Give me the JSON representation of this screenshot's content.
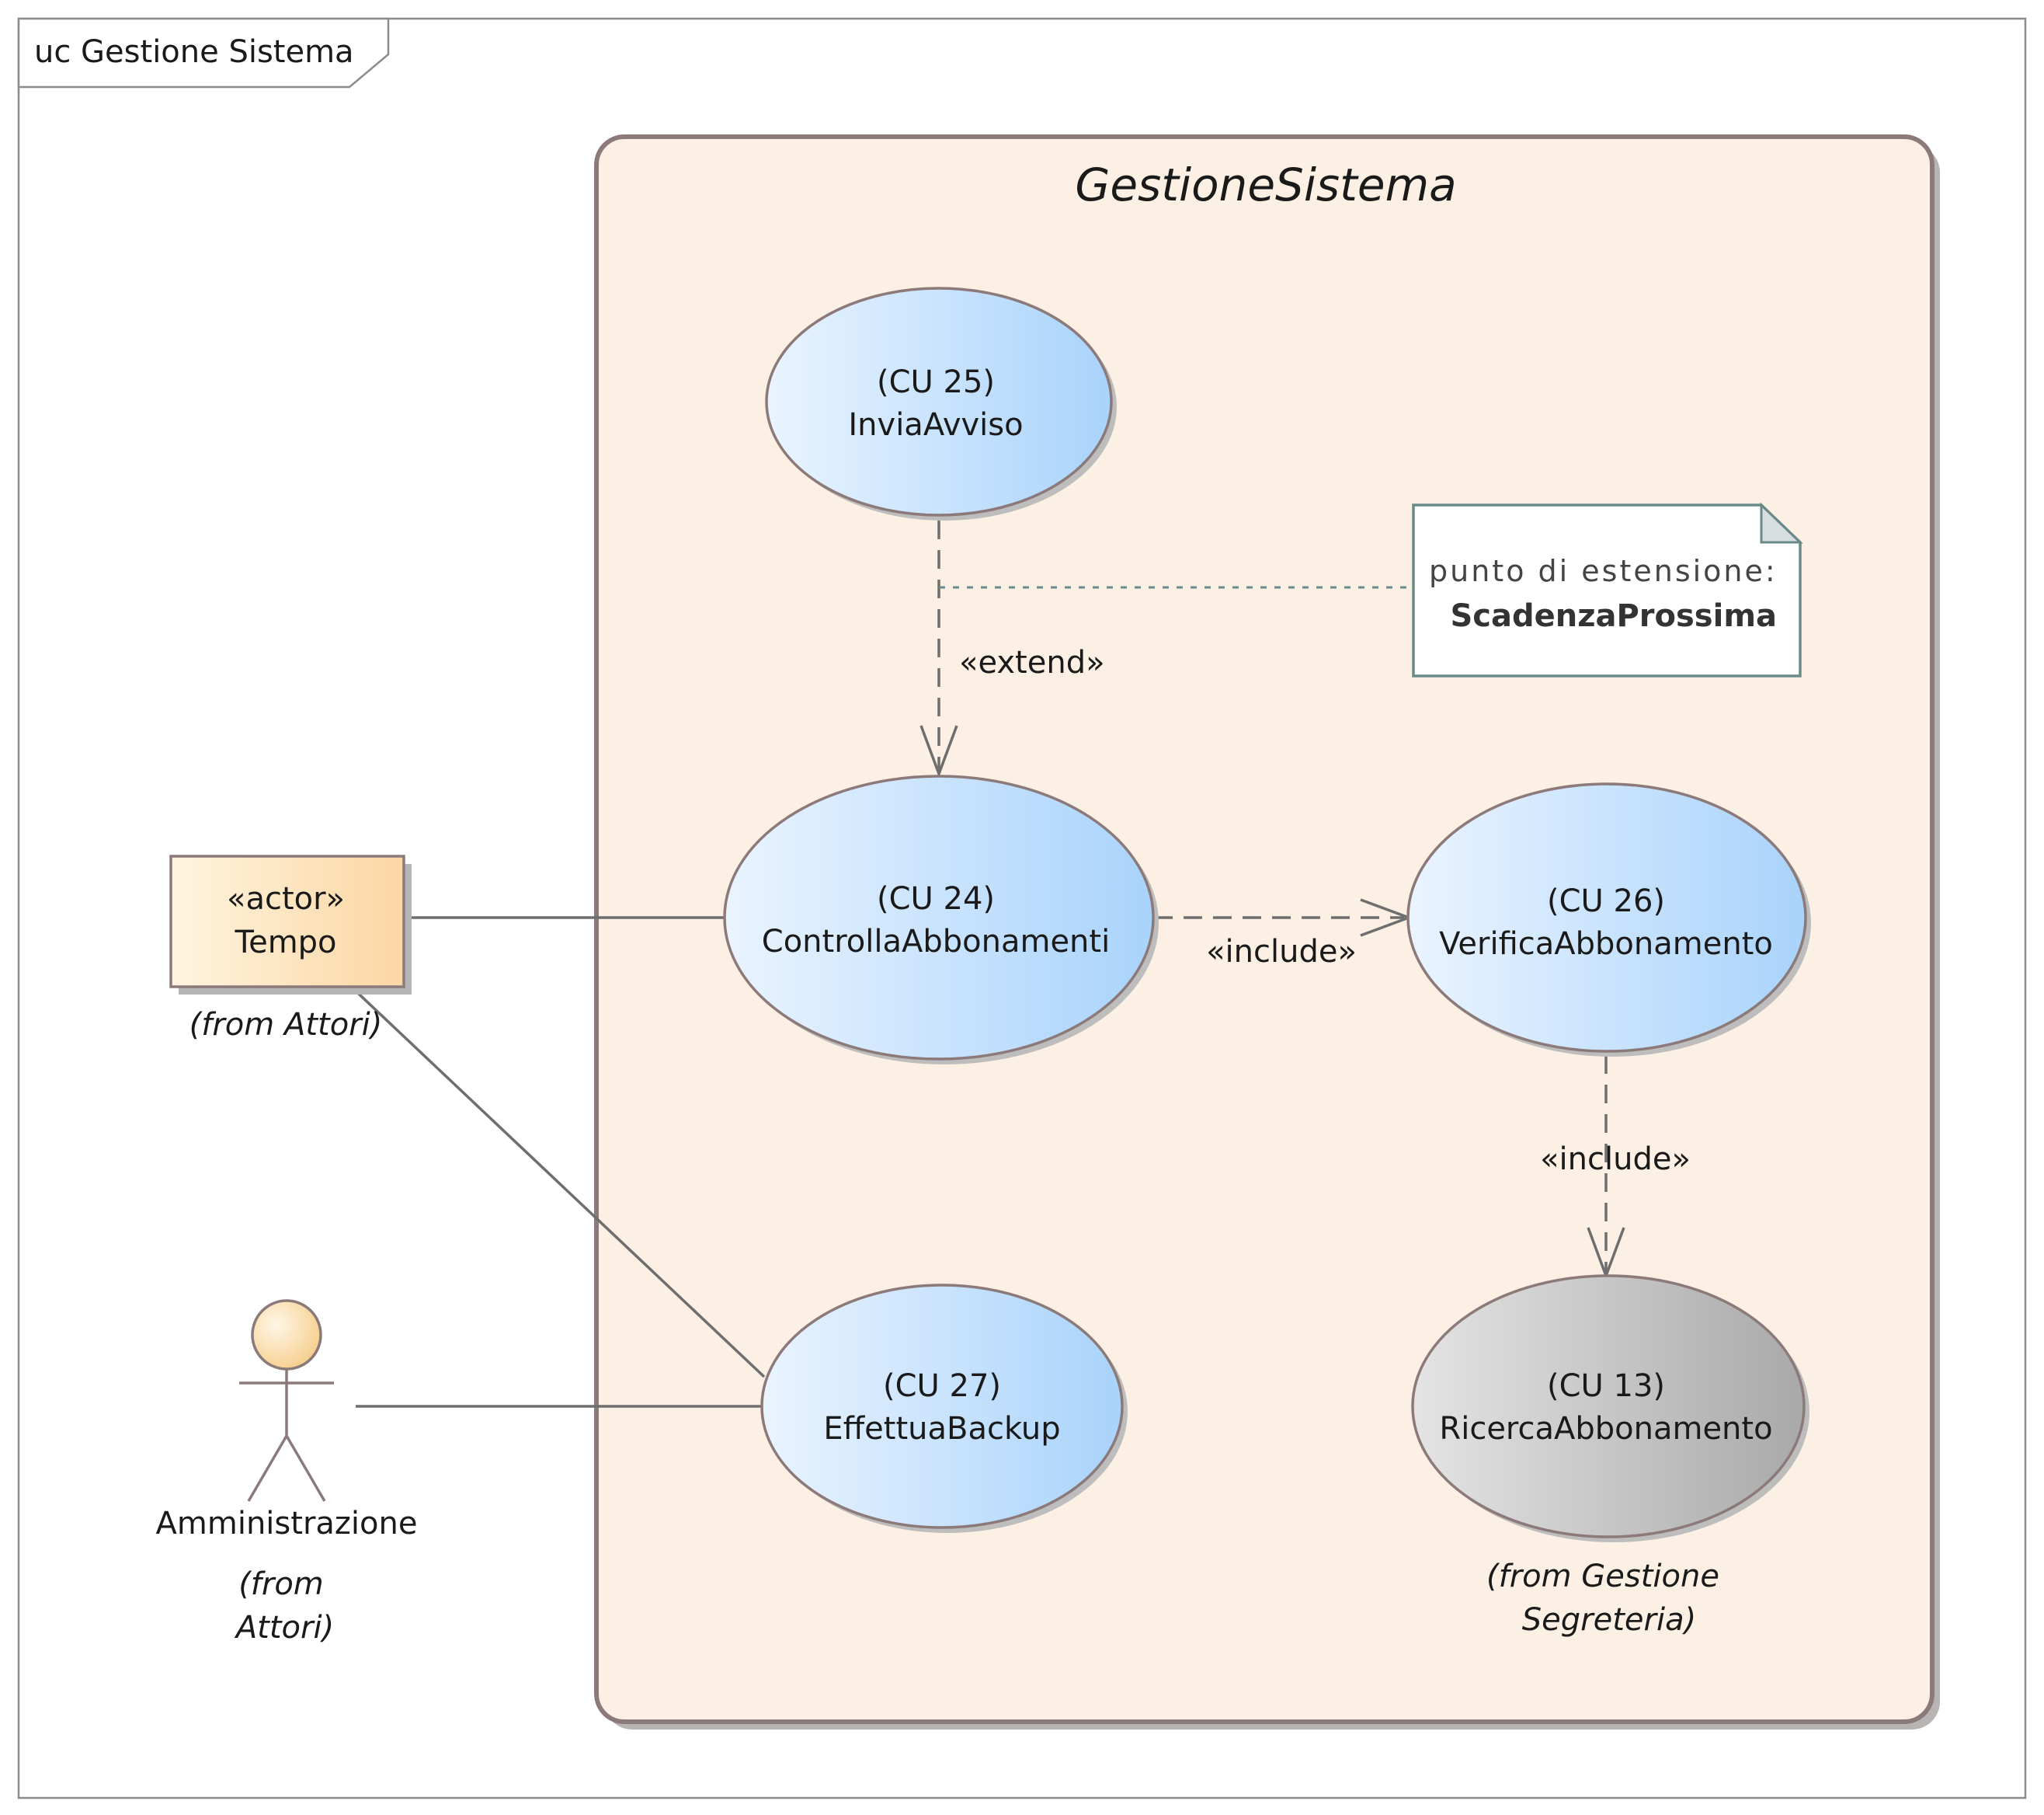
{
  "frame": {
    "title": "uc Gestione Sistema"
  },
  "boundary": {
    "title": "GestioneSistema"
  },
  "use_cases": {
    "cu25": {
      "id": "(CU 25)",
      "name": "InviaAvviso"
    },
    "cu24": {
      "id": "(CU 24)",
      "name": "ControllaAbbonamenti"
    },
    "cu26": {
      "id": "(CU 26)",
      "name": "VerificaAbbonamento"
    },
    "cu27": {
      "id": "(CU 27)",
      "name": "EffettuaBackup"
    },
    "cu13": {
      "id": "(CU 13)",
      "name": "RicercaAbbonamento",
      "from_line1": "(from Gestione",
      "from_line2": "Segreteria)"
    }
  },
  "actors": {
    "tempo": {
      "stereotype": "«actor»",
      "name": "Tempo",
      "from": "(from Attori)"
    },
    "amministrazione": {
      "name": "Amministrazione",
      "from_line1": "(from",
      "from_line2": "Attori)"
    }
  },
  "relations": {
    "extend": "«extend»",
    "include_1": "«include»",
    "include_2": "«include»"
  },
  "note": {
    "line1": "punto di estensione:",
    "line2": "ScadenzaProssima"
  },
  "colors": {
    "boundary_fill": "#fbf0e3",
    "boundary_stroke": "#8c7a7a",
    "usecase_light": "#eaf4ff",
    "usecase_dark": "#a9d3fb",
    "usecase_gray_light": "#e4e4e4",
    "usecase_gray_dark": "#a9a9a9",
    "actor_light": "#fff4e0",
    "actor_dark": "#fbd7a3"
  }
}
